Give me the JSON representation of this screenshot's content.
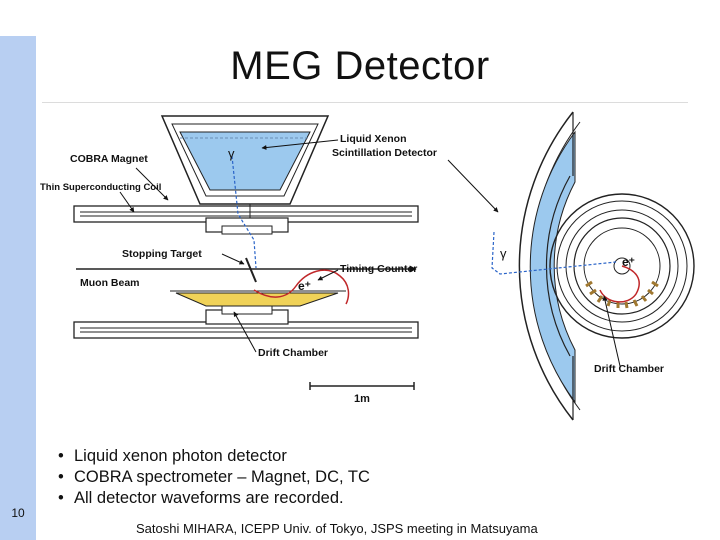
{
  "slide": {
    "title": "MEG Detector",
    "page_number": "10",
    "footer": "Satoshi MIHARA,  ICEPP Univ. of Tokyo, JSPS meeting in Matsuyama",
    "bullets": [
      "Liquid xenon photon detector",
      "COBRA spectrometer – Magnet, DC, TC",
      "All detector waveforms are recorded."
    ],
    "bullet_symbol": "•"
  },
  "diagram": {
    "labels": {
      "lxe": "Liquid Xenon",
      "lxe2": "Scintillation Detector",
      "magnet": "COBRA Magnet",
      "coil": "Thin Superconducting Coil",
      "target": "Stopping Target",
      "beam": "Muon Beam",
      "timing": "Timing Counter",
      "dc_side": "Drift Chamber",
      "dc_end": "Drift Chamber",
      "scale": "1m",
      "gamma": "γ",
      "gamma2": "γ",
      "positron": "e⁺",
      "positron2": "e⁺"
    },
    "colors": {
      "xenon_fill": "#9cc9ee",
      "target_fill": "#f0d258",
      "positron_track": "#c0282a",
      "photon_track": "#2a64c8",
      "label_text": "#111111"
    }
  }
}
